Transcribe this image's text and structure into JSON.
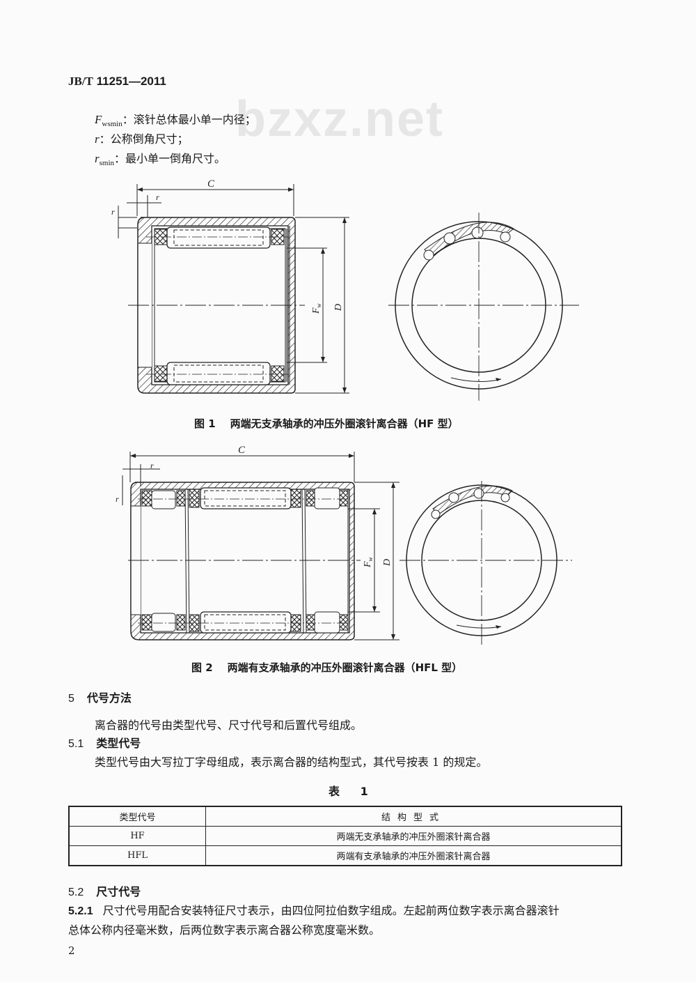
{
  "header": {
    "standard_prefix": "JB/T",
    "standard_number": "11251—2011"
  },
  "watermark": "bzxz.net",
  "definitions": [
    {
      "symbol": "F",
      "subscript": "wsmin",
      "text": "：滚针总体最小单一内径；"
    },
    {
      "symbol": "r",
      "subscript": "",
      "text": "：公称倒角尺寸；"
    },
    {
      "symbol": "r",
      "subscript": "smin",
      "text": "：最小单一倒角尺寸。"
    }
  ],
  "figures": [
    {
      "label": "图 1",
      "caption": "两端无支承轴承的冲压外圈滚针离合器（HF 型）",
      "dimension_labels": {
        "width": "C",
        "chamfer": "r",
        "inner": "F",
        "inner_sub": "w",
        "outer": "D"
      }
    },
    {
      "label": "图 2",
      "caption": "两端有支承轴承的冲压外圈滚针离合器（HFL 型）",
      "dimension_labels": {
        "width": "C",
        "chamfer": "r",
        "inner": "F",
        "inner_sub": "w",
        "outer": "D"
      }
    }
  ],
  "sections": {
    "s5": {
      "number": "5",
      "title": "代号方法",
      "body": "离合器的代号由类型代号、尺寸代号和后置代号组成。"
    },
    "s5_1": {
      "number": "5.1",
      "title": "类型代号",
      "body": "类型代号由大写拉丁字母组成，表示离合器的结构型式，其代号按表 1 的规定。"
    },
    "s5_2": {
      "number": "5.2",
      "title": "尺寸代号"
    },
    "s5_2_1": {
      "number": "5.2.1",
      "line1": "尺寸代号用配合安装特征尺寸表示，由四位阿拉伯数字组成。左起前两位数字表示离合器滚针",
      "line2": "总体公称内径毫米数，后两位数字表示离合器公称宽度毫米数。"
    }
  },
  "table1": {
    "title": "表 1",
    "headers": [
      "类型代号",
      "结构型式"
    ],
    "rows": [
      [
        "HF",
        "两端无支承轴承的冲压外圈滚针离合器"
      ],
      [
        "HFL",
        "两端有支承轴承的冲压外圈滚针离合器"
      ]
    ]
  },
  "footer": {
    "page_number": "2"
  }
}
